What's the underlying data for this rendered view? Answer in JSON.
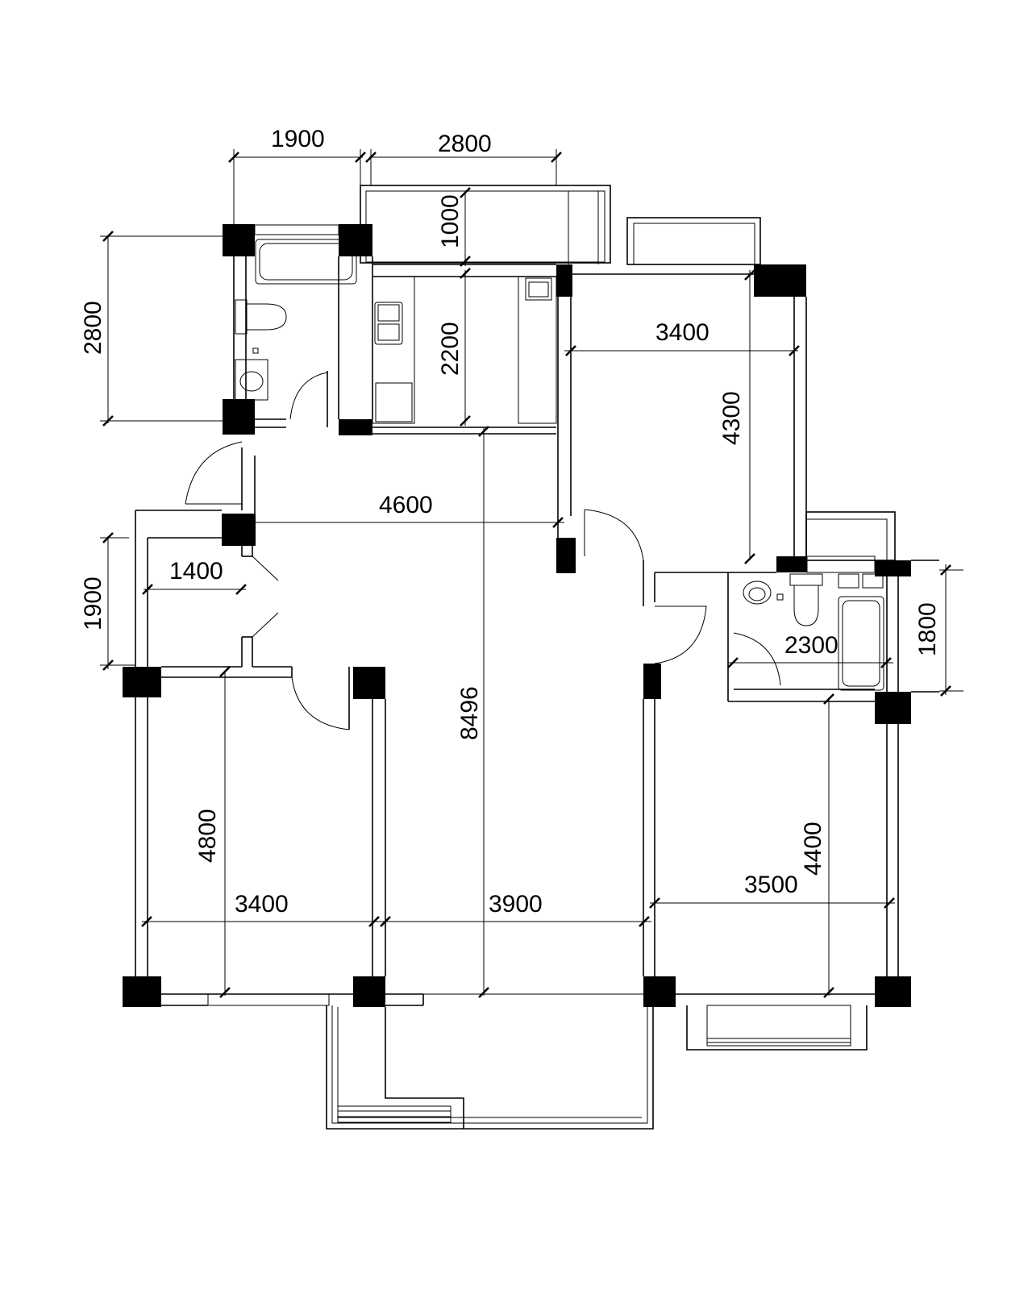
{
  "dimensions": {
    "top_left_width": "1900",
    "top_mid_width": "2800",
    "left_upper_height": "2800",
    "balcony_depth": "1000",
    "kitchen_depth": "2200",
    "bedroom_ne_width": "3400",
    "bedroom_ne_depth": "4300",
    "living_width": "4600",
    "entry_width": "1400",
    "entry_depth": "1900",
    "bath2_width": "2300",
    "bath2_depth": "1800",
    "overall_depth": "8496",
    "bedroom_sw_depth": "4800",
    "bedroom_sw_width": "3400",
    "living_lower_width": "3900",
    "bedroom_se_width": "3500",
    "bedroom_se_depth": "4400"
  }
}
